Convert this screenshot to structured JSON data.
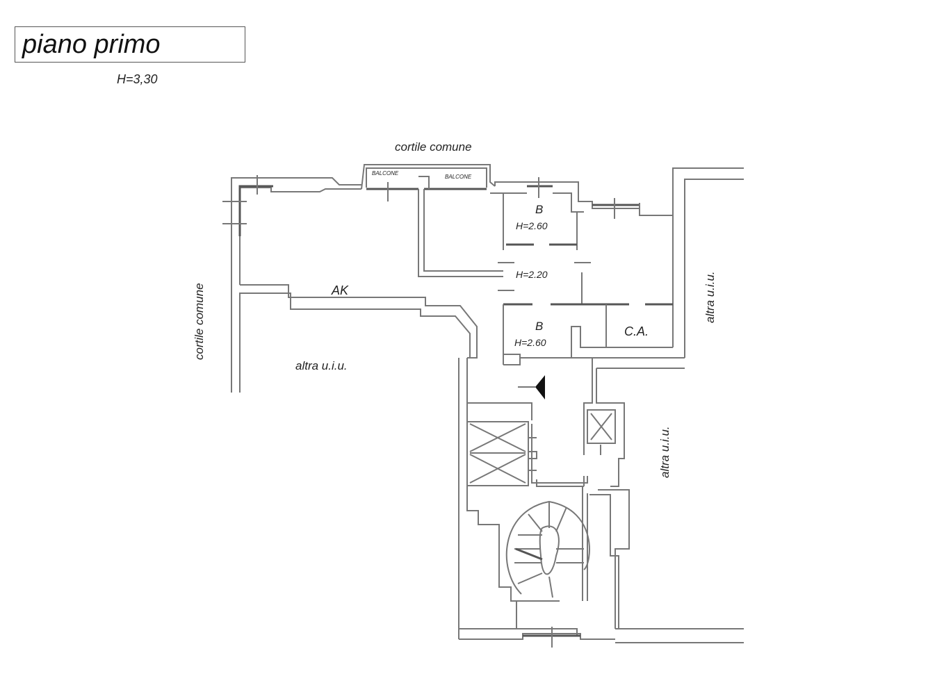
{
  "header": {
    "title": "piano primo",
    "floor_height": "H=3,30"
  },
  "labels": {
    "courtyard_top": "cortile comune",
    "courtyard_left": "cortile comune",
    "balcony_1": "BALCONE",
    "balcony_2": "BALCONE",
    "bath_top": "B",
    "bath_top_height": "H=2.60",
    "corridor_height": "H=2.20",
    "main_room": "AK",
    "bath_bottom": "B",
    "bath_bottom_height": "H=2.60",
    "closet": "C.A.",
    "other_unit_left": "altra u.i.u.",
    "other_unit_right_top": "altra u.i.u.",
    "other_unit_right_bottom": "altra u.i.u."
  }
}
